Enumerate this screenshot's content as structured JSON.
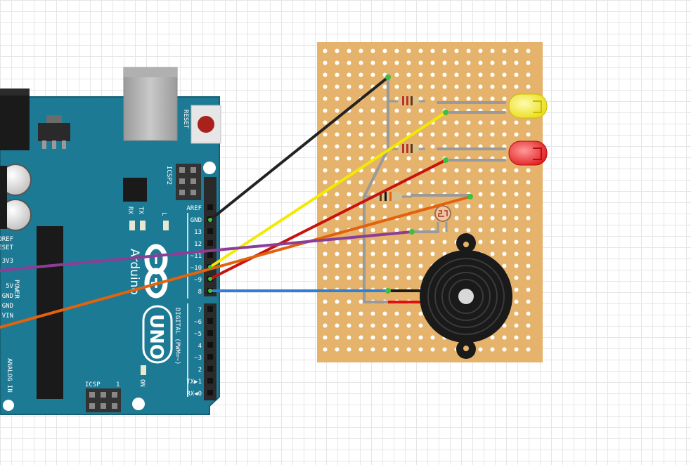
{
  "arduino": {
    "board_name": "UNO",
    "brand": "Arduino",
    "reset_label": "RESET",
    "icsp2_label": "ICSP2",
    "icsp_label": "ICSP",
    "icsp_pin1": "1",
    "on_label": "ON",
    "tx_label": "TX",
    "rx_label": "RX",
    "l_label": "L",
    "digital_label": "DIGITAL (PWM=~)",
    "power_label": "POWER",
    "analog_label": "ANALOG IN",
    "left_labels": [
      "OREF",
      "RESET",
      "3V3",
      "5V",
      "GND",
      "GND",
      "VIN"
    ],
    "header_pins_top": [
      "AREF",
      "GND",
      "13",
      "12",
      "~11",
      "~10",
      "~9",
      "8"
    ],
    "header_pins_bottom": [
      "7",
      "~6",
      "~5",
      "4",
      "~3",
      "2",
      "TX▶1",
      "RX◀0"
    ]
  },
  "colors": {
    "board": "#1d7a94",
    "board_edge": "#135f74",
    "stripboard": "#e5b36c",
    "hole": "#ffffff",
    "wire_black": "#222222",
    "wire_yellow": "#f2ea00",
    "wire_red": "#c8120c",
    "wire_orange": "#e2620e",
    "wire_purple": "#8c3e96",
    "wire_blue": "#2f7fd6",
    "jumper": "#9a9a9a",
    "led_yellow": "#f2ea2a",
    "led_red": "#ee2b2b",
    "buzzer": "#1a1a1a"
  },
  "components": [
    {
      "name": "resistor",
      "count": 3
    },
    {
      "name": "yellow-led",
      "count": 1
    },
    {
      "name": "red-led",
      "count": 1
    },
    {
      "name": "photoresistor",
      "count": 1
    },
    {
      "name": "piezo-buzzer",
      "count": 1
    }
  ]
}
